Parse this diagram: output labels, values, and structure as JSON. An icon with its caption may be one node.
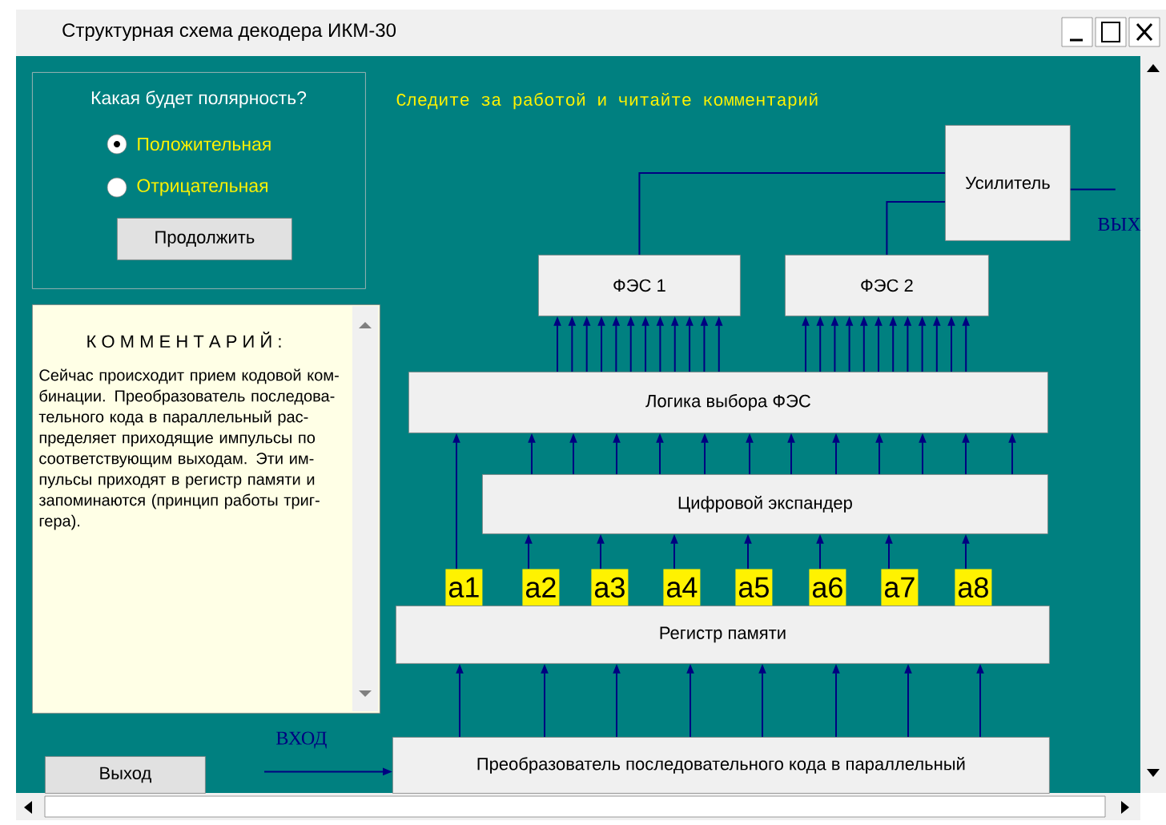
{
  "diagram": {
    "title": "Структурная схема декодера ИКМ-30",
    "nodes": [
      {
        "text": [
          "Какая будет полярность?"
        ]
      },
      {
        "text": [
          "Продолжить"
        ],
        "in": 0
      },
      {
        "text": [
          "К О М М Е Н Т А Р И Й :",
          "Сейчас происходит прием кодовой ком- бинации. Преобразователь последова- тельного кода в параллельный рас- пределяет приходящие импульсы по соответствующим выходам. Эти им- пульсы приходят в регистр памяти и запоминаются (принцип работы триг- гера)."
        ]
      },
      {
        "text": [
          "Выход"
        ]
      },
      {
        "text": [
          "Усилитель"
        ]
      },
      {
        "text": [
          "ФЭС 1"
        ]
      },
      {
        "text": [
          "ФЭС 2"
        ]
      },
      {
        "text": [
          "Логика выбора ФЭС"
        ]
      },
      {
        "text": [
          "Цифровой экспандер"
        ]
      },
      {
        "text": [
          "a1"
        ]
      },
      {
        "text": [
          "a2"
        ]
      },
      {
        "text": [
          "a3"
        ]
      },
      {
        "text": [
          "a4"
        ]
      },
      {
        "text": [
          "a5"
        ]
      },
      {
        "text": [
          "a6"
        ]
      },
      {
        "text": [
          "a7"
        ]
      },
      {
        "text": [
          "a8"
        ]
      },
      {
        "text": [
          "Регистр памяти"
        ]
      },
      {
        "text": [
          "Преобразователь последовательного кода в параллельный"
        ]
      }
    ],
    "edges": [
      {
        "from": null,
        "to": 18,
        "arrow": "to"
      },
      {
        "from": 4,
        "to": null,
        "arrow": "none"
      },
      {
        "from": 5,
        "to": 4,
        "arrow": "none"
      },
      {
        "from": 6,
        "to": 4,
        "arrow": "none"
      },
      {
        "from": 7,
        "to": 5,
        "arrow": "to"
      },
      {
        "from": 7,
        "to": 5,
        "arrow": "to"
      },
      {
        "from": 7,
        "to": 5,
        "arrow": "to"
      },
      {
        "from": 7,
        "to": 5,
        "arrow": "to"
      },
      {
        "from": 7,
        "to": 5,
        "arrow": "to"
      },
      {
        "from": 7,
        "to": 5,
        "arrow": "to"
      },
      {
        "from": 7,
        "to": 5,
        "arrow": "to"
      },
      {
        "from": 7,
        "to": 5,
        "arrow": "to"
      },
      {
        "from": 7,
        "to": 5,
        "arrow": "to"
      },
      {
        "from": 7,
        "to": 5,
        "arrow": "to"
      },
      {
        "from": 7,
        "to": 5,
        "arrow": "to"
      },
      {
        "from": 7,
        "to": 5,
        "arrow": "to"
      },
      {
        "from": 7,
        "to": 6,
        "arrow": "to"
      },
      {
        "from": 7,
        "to": 6,
        "arrow": "to"
      },
      {
        "from": 7,
        "to": 6,
        "arrow": "to"
      },
      {
        "from": 7,
        "to": 6,
        "arrow": "to"
      },
      {
        "from": 7,
        "to": 6,
        "arrow": "to"
      },
      {
        "from": 7,
        "to": 6,
        "arrow": "to"
      },
      {
        "from": 7,
        "to": 6,
        "arrow": "to"
      },
      {
        "from": 7,
        "to": 6,
        "arrow": "to"
      },
      {
        "from": 7,
        "to": 6,
        "arrow": "to"
      },
      {
        "from": 7,
        "to": 6,
        "arrow": "to"
      },
      {
        "from": 7,
        "to": 6,
        "arrow": "to"
      },
      {
        "from": 7,
        "to": 6,
        "arrow": "to"
      },
      {
        "from": 9,
        "to": 7,
        "arrow": "to"
      },
      {
        "from": 8,
        "to": 7,
        "arrow": "to"
      },
      {
        "from": 8,
        "to": 7,
        "arrow": "to"
      },
      {
        "from": 8,
        "to": 7,
        "arrow": "to"
      },
      {
        "from": 8,
        "to": 7,
        "arrow": "to"
      },
      {
        "from": 8,
        "to": 7,
        "arrow": "to"
      },
      {
        "from": 8,
        "to": 7,
        "arrow": "to"
      },
      {
        "from": 8,
        "to": 7,
        "arrow": "to"
      },
      {
        "from": 8,
        "to": 7,
        "arrow": "to"
      },
      {
        "from": 8,
        "to": 7,
        "arrow": "to"
      },
      {
        "from": 8,
        "to": 7,
        "arrow": "to"
      },
      {
        "from": 8,
        "to": 7,
        "arrow": "to"
      },
      {
        "from": 8,
        "to": 7,
        "arrow": "to"
      },
      {
        "from": 10,
        "to": 8,
        "arrow": "to"
      },
      {
        "from": 11,
        "to": 8,
        "arrow": "to"
      },
      {
        "from": 12,
        "to": 8,
        "arrow": "to"
      },
      {
        "from": 13,
        "to": 8,
        "arrow": "to"
      },
      {
        "from": 14,
        "to": 8,
        "arrow": "to"
      },
      {
        "from": 15,
        "to": 8,
        "arrow": "to"
      },
      {
        "from": 16,
        "to": 8,
        "arrow": "to"
      },
      {
        "from": 18,
        "to": 17,
        "arrow": "to"
      },
      {
        "from": 18,
        "to": 17,
        "arrow": "to"
      },
      {
        "from": 18,
        "to": 17,
        "arrow": "to"
      },
      {
        "from": 18,
        "to": 17,
        "arrow": "to"
      },
      {
        "from": 18,
        "to": 17,
        "arrow": "to"
      },
      {
        "from": 18,
        "to": 17,
        "arrow": "to"
      },
      {
        "from": 18,
        "to": 17,
        "arrow": "to"
      },
      {
        "from": 18,
        "to": 17,
        "arrow": "to"
      }
    ],
    "labels": [
      "Положительная",
      "Отрицательная",
      "Следите за работой и читайте комментарий",
      "ВХОД",
      "ВЫХ"
    ]
  }
}
